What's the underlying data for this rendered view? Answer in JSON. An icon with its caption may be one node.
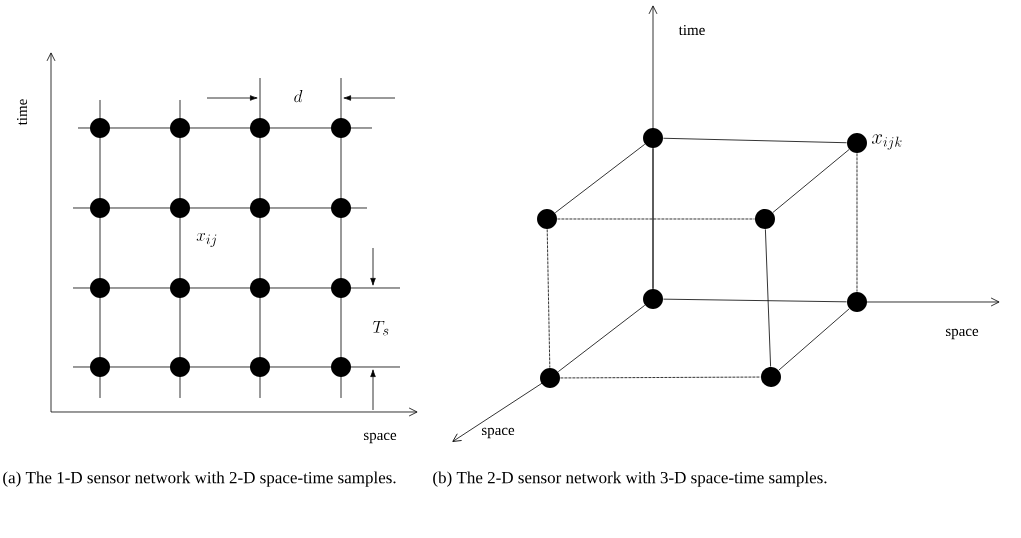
{
  "diagram": {
    "nodes": [
      {
        "text": [],
        "shape": "circle"
      },
      {
        "text": [],
        "shape": "circle"
      },
      {
        "text": [],
        "shape": "circle"
      },
      {
        "text": [],
        "shape": "circle"
      },
      {
        "text": [],
        "shape": "circle"
      },
      {
        "text": [],
        "shape": "circle"
      },
      {
        "text": [],
        "shape": "circle"
      },
      {
        "text": [],
        "shape": "circle"
      },
      {
        "text": [],
        "shape": "circle"
      },
      {
        "text": [],
        "shape": "circle"
      },
      {
        "text": [],
        "shape": "circle"
      },
      {
        "text": [],
        "shape": "circle"
      },
      {
        "text": [],
        "shape": "circle"
      },
      {
        "text": [],
        "shape": "circle"
      },
      {
        "text": [],
        "shape": "circle"
      },
      {
        "text": [],
        "shape": "circle"
      },
      {
        "text": [],
        "shape": "circle"
      },
      {
        "text": [],
        "shape": "circle"
      },
      {
        "text": [],
        "shape": "circle"
      },
      {
        "text": [],
        "shape": "circle"
      },
      {
        "text": [],
        "shape": "circle"
      },
      {
        "text": [],
        "shape": "circle"
      },
      {
        "text": [],
        "shape": "circle"
      },
      {
        "text": [],
        "shape": "circle"
      }
    ],
    "edges": [
      {
        "from": 16,
        "to": 17,
        "arrow": "none"
      },
      {
        "from": 16,
        "to": 18,
        "arrow": "none"
      },
      {
        "from": 17,
        "to": 19,
        "arrow": "none"
      },
      {
        "from": 18,
        "to": 19,
        "arrow": "none",
        "style": "dashed"
      },
      {
        "from": 16,
        "to": 20,
        "arrow": "none"
      },
      {
        "from": 17,
        "to": 21,
        "arrow": "none",
        "style": "dashed"
      },
      {
        "from": 18,
        "to": 22,
        "arrow": "none",
        "style": "dashed"
      },
      {
        "from": 19,
        "to": 23,
        "arrow": "none"
      },
      {
        "from": 20,
        "to": 21,
        "arrow": "none"
      },
      {
        "from": 20,
        "to": 22,
        "arrow": "none"
      },
      {
        "from": 21,
        "to": 23,
        "arrow": "none"
      },
      {
        "from": 22,
        "to": 23,
        "arrow": "none",
        "style": "dashed"
      }
    ],
    "labels": [
      "time",
      "d",
      "x_{ij}",
      "T_s",
      "space",
      "time",
      "x_{ijk}",
      "space",
      "space",
      "(a) The 1-D sensor network with 2-D space-time samples.",
      "(b) The 2-D sensor network with 3-D space-time samples."
    ]
  }
}
